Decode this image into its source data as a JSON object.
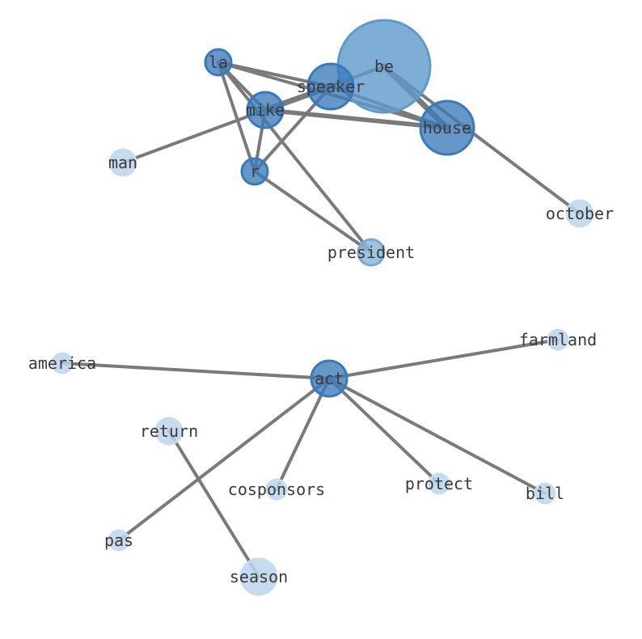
{
  "colors": {
    "edge": "#7a7a7a",
    "node_dark": "#3a7ab8",
    "node_mid": "#5e9acb",
    "node_light": "#bcd5ea",
    "node_stroke": "#3a7ab8",
    "label": "#3a3a3a"
  },
  "graphs": [
    {
      "nodes": [
        {
          "id": "be",
          "label": "be",
          "weight": 10,
          "shade": "mid"
        },
        {
          "id": "speaker",
          "label": "speaker",
          "weight": 5,
          "shade": "dark"
        },
        {
          "id": "house",
          "label": "house",
          "weight": 6,
          "shade": "dark"
        },
        {
          "id": "mike",
          "label": "mike",
          "weight": 4,
          "shade": "dark"
        },
        {
          "id": "la",
          "label": "la",
          "weight": 3,
          "shade": "dark"
        },
        {
          "id": "r",
          "label": "r",
          "weight": 3,
          "shade": "dark"
        },
        {
          "id": "man",
          "label": "man",
          "weight": 3,
          "shade": "light"
        },
        {
          "id": "october",
          "label": "october",
          "weight": 3,
          "shade": "light"
        },
        {
          "id": "president",
          "label": "president",
          "weight": 3,
          "shade": "mid-light"
        }
      ],
      "edges": [
        {
          "source": "la",
          "target": "speaker",
          "weight": 1
        },
        {
          "source": "la",
          "target": "mike",
          "weight": 1
        },
        {
          "source": "la",
          "target": "r",
          "weight": 1
        },
        {
          "source": "la",
          "target": "house",
          "weight": 1
        },
        {
          "source": "la",
          "target": "president",
          "weight": 1
        },
        {
          "source": "mike",
          "target": "speaker",
          "weight": 3
        },
        {
          "source": "mike",
          "target": "house",
          "weight": 2
        },
        {
          "source": "mike",
          "target": "be",
          "weight": 1
        },
        {
          "source": "mike",
          "target": "r",
          "weight": 1
        },
        {
          "source": "mike",
          "target": "man",
          "weight": 1
        },
        {
          "source": "speaker",
          "target": "house",
          "weight": 1
        },
        {
          "source": "speaker",
          "target": "r",
          "weight": 1
        },
        {
          "source": "be",
          "target": "house",
          "weight": 3
        },
        {
          "source": "be",
          "target": "october",
          "weight": 1
        },
        {
          "source": "r",
          "target": "president",
          "weight": 1
        }
      ]
    },
    {
      "nodes": [
        {
          "id": "act",
          "label": "act",
          "weight": 4,
          "shade": "dark"
        },
        {
          "id": "america",
          "label": "america",
          "weight": 2,
          "shade": "light"
        },
        {
          "id": "farmland",
          "label": "farmland",
          "weight": 2,
          "shade": "light"
        },
        {
          "id": "return",
          "label": "return",
          "weight": 3,
          "shade": "light"
        },
        {
          "id": "cosponsors",
          "label": "cosponsors",
          "weight": 2,
          "shade": "light"
        },
        {
          "id": "protect",
          "label": "protect",
          "weight": 2,
          "shade": "light"
        },
        {
          "id": "bill",
          "label": "bill",
          "weight": 2,
          "shade": "light"
        },
        {
          "id": "pas",
          "label": "pas",
          "weight": 2,
          "shade": "light"
        },
        {
          "id": "season",
          "label": "season",
          "weight": 4,
          "shade": "light"
        }
      ],
      "edges": [
        {
          "source": "act",
          "target": "america",
          "weight": 1
        },
        {
          "source": "act",
          "target": "farmland",
          "weight": 1
        },
        {
          "source": "act",
          "target": "cosponsors",
          "weight": 1
        },
        {
          "source": "act",
          "target": "protect",
          "weight": 1
        },
        {
          "source": "act",
          "target": "bill",
          "weight": 1
        },
        {
          "source": "act",
          "target": "pas",
          "weight": 1
        },
        {
          "source": "return",
          "target": "season",
          "weight": 1
        }
      ]
    }
  ]
}
